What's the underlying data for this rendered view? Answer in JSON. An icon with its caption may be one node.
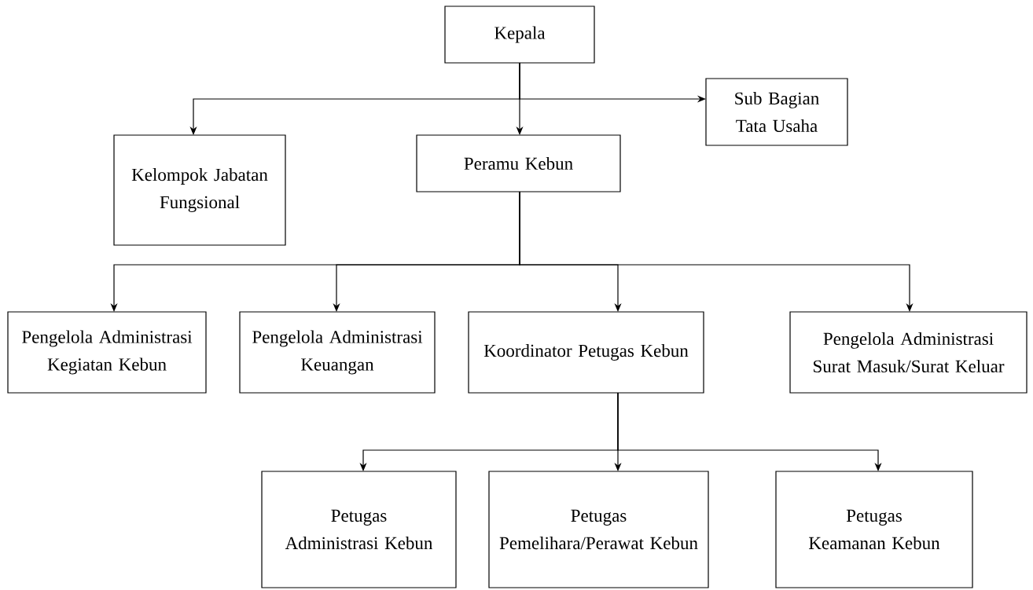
{
  "diagram": {
    "nodes": [
      {
        "text": [
          "Kepala"
        ]
      },
      {
        "text": [
          "Sub Bagian Tata Usaha"
        ]
      },
      {
        "text": [
          "Kelompok Jabatan Fungsional"
        ]
      },
      {
        "text": [
          "Peramu Kebun"
        ]
      },
      {
        "text": [
          "Pengelola Administrasi Kegiatan Kebun"
        ]
      },
      {
        "text": [
          "Pengelola Administrasi Keuangan"
        ]
      },
      {
        "text": [
          "Koordinator Petugas Kebun"
        ]
      },
      {
        "text": [
          "Pengelola Administrasi Surat Masuk/Surat Keluar"
        ]
      },
      {
        "text": [
          "Petugas Administrasi Kebun"
        ]
      },
      {
        "text": [
          "Petugas Pemelihara/Perawat Kebun"
        ]
      },
      {
        "text": [
          "Petugas Keamanan Kebun"
        ]
      }
    ],
    "edges": [
      {
        "from": 0,
        "to": 1,
        "arrow": "to"
      },
      {
        "from": 0,
        "to": 2,
        "arrow": "to"
      },
      {
        "from": 0,
        "to": 3,
        "arrow": "to"
      },
      {
        "from": 3,
        "to": 4,
        "arrow": "to"
      },
      {
        "from": 3,
        "to": 5,
        "arrow": "to"
      },
      {
        "from": 3,
        "to": 6,
        "arrow": "to"
      },
      {
        "from": 3,
        "to": 7,
        "arrow": "to"
      },
      {
        "from": 6,
        "to": 8,
        "arrow": "to"
      },
      {
        "from": 6,
        "to": 9,
        "arrow": "to"
      },
      {
        "from": 6,
        "to": 10,
        "arrow": "to"
      }
    ]
  }
}
